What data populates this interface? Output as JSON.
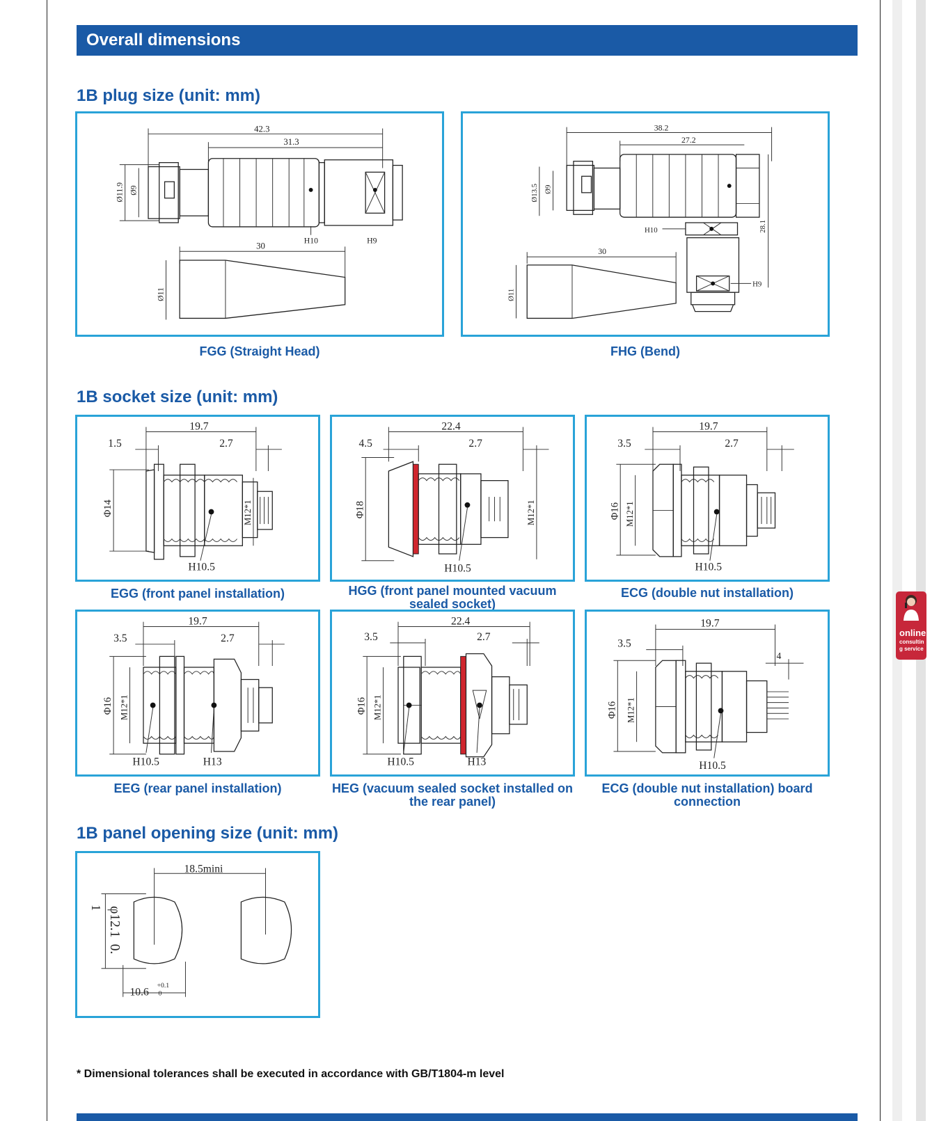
{
  "header": {
    "title": "Overall dimensions"
  },
  "sections": {
    "plug": "1B plug size (unit: mm)",
    "socket": "1B socket size (unit: mm)",
    "panel": "1B panel opening size (unit: mm)"
  },
  "plug": {
    "fgg": {
      "caption": "FGG (Straight Head)",
      "d_overall": "42.3",
      "d_body": "31.3",
      "d_outer": "Ø11.9",
      "d_inner": "Ø9",
      "h1": "H10",
      "h2": "H9",
      "boot_len": "30",
      "boot_dia": "Ø11"
    },
    "fhg": {
      "caption": "FHG (Bend)",
      "d_overall": "38.2",
      "d_body": "27.2",
      "d_outer": "Ø13.5",
      "d_inner": "Ø9",
      "h1": "H10",
      "h2": "H9",
      "height": "28.1",
      "boot_len": "30",
      "boot_dia": "Ø11"
    }
  },
  "sockets": {
    "egg": {
      "caption": "EGG (front panel installation)",
      "len": "19.7",
      "a": "1.5",
      "b": "2.7",
      "dia": "Φ14",
      "thread": "M12*1",
      "hex": "H10.5"
    },
    "hgg": {
      "caption": "HGG (front panel mounted vacuum sealed socket)",
      "len": "22.4",
      "a": "4.5",
      "b": "2.7",
      "dia": "Φ18",
      "thread": "M12*1",
      "hex": "H10.5"
    },
    "ecg": {
      "caption": "ECG (double nut installation)",
      "len": "19.7",
      "a": "3.5",
      "b": "2.7",
      "dia": "Φ16",
      "thread": "M12*1",
      "hex": "H10.5"
    },
    "eeg": {
      "caption": "EEG (rear panel installation)",
      "len": "19.7",
      "a": "3.5",
      "b": "2.7",
      "dia": "Φ16",
      "thread": "M12*1",
      "hex": "H10.5",
      "hex2": "H13"
    },
    "heg": {
      "caption": "HEG (vacuum sealed socket installed on the rear panel)",
      "len": "22.4",
      "a": "3.5",
      "b": "2.7",
      "dia": "Φ16",
      "thread": "M12*1",
      "hex": "H10.5",
      "hex2": "H13"
    },
    "ecg2": {
      "caption": "ECG (double nut installation) board connection",
      "len": "19.7",
      "a": "3.5",
      "b": "4",
      "dia": "Φ16",
      "thread": "M12*1",
      "hex": "H10.5"
    }
  },
  "panel_opening": {
    "spacing": "18.5mini",
    "dia": "φ12.1",
    "tol": "0.",
    "flat": "10.6",
    "flat_tol_up": "+0.1",
    "flat_tol_low": "0",
    "side_mark": "1"
  },
  "note": "* Dimensional tolerances shall be executed in accordance with GB/T1804-m level",
  "widget": {
    "line1": "online",
    "line2": "consultin",
    "line3": "g service"
  },
  "colors": {
    "brand_blue": "#1a5aa6",
    "frame_cyan": "#29a3d8",
    "seal_red": "#d0262e",
    "widget_red": "#c7273a"
  }
}
